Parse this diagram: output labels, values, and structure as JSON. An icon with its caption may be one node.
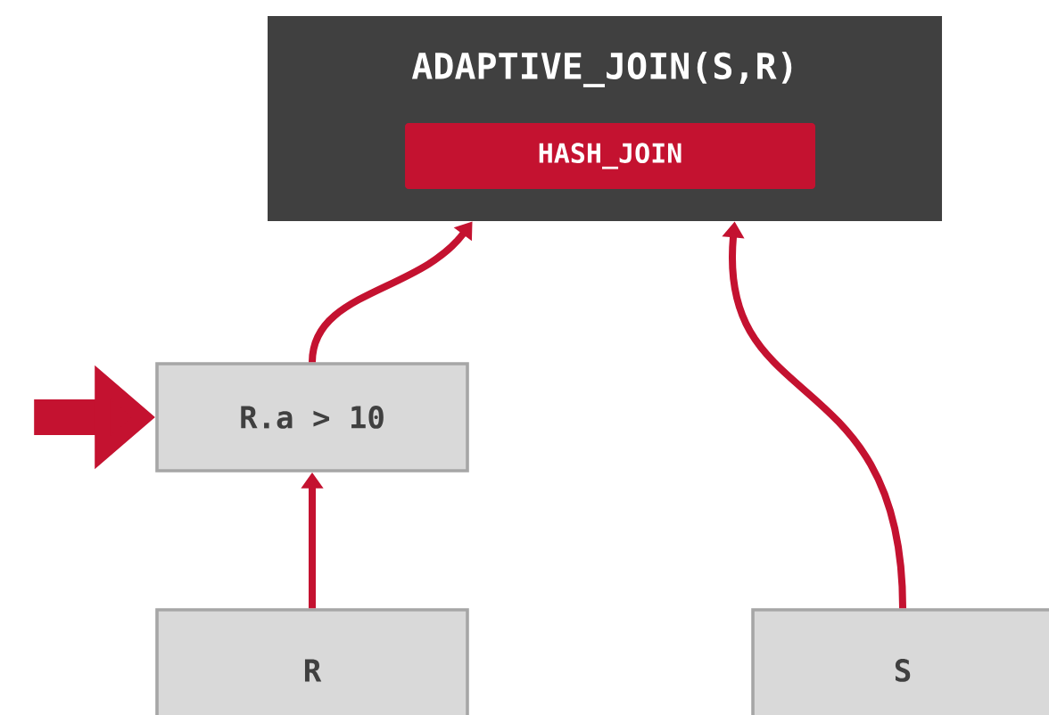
{
  "diagram": {
    "nodes": [
      {
        "text": [
          "ADAPTIVE_JOIN(S,R)"
        ]
      },
      {
        "text": [
          "HASH_JOIN"
        ],
        "in": 0
      },
      {
        "text": [
          "R.a > 10"
        ]
      },
      {
        "text": [
          "R"
        ]
      },
      {
        "text": [
          "S"
        ]
      }
    ],
    "edges": [
      {
        "from": 3,
        "to": 2,
        "arrow": "to"
      },
      {
        "from": 2,
        "to": 0,
        "arrow": "to"
      },
      {
        "from": 4,
        "to": 0,
        "arrow": "to"
      },
      {
        "from": null,
        "to": 2,
        "arrow": "to",
        "style": "thick"
      }
    ]
  }
}
